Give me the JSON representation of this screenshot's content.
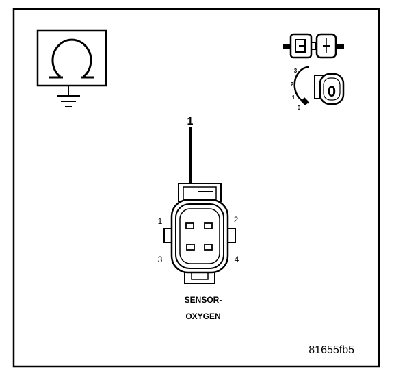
{
  "diagram": {
    "callout_number": "1",
    "connector_label_line1": "SENSOR-",
    "connector_label_line2": "OXYGEN",
    "pin_labels": {
      "pin1": "1",
      "pin2": "2",
      "pin3": "3",
      "pin4": "4"
    },
    "figure_id": "81655fb5",
    "ignition_switch": {
      "positions": {
        "p3": "3",
        "p2": "2",
        "p1": "1",
        "p0": "0"
      },
      "key_label": "0"
    },
    "symbols": [
      "ohmmeter-ground-icon",
      "disconnected-connector-icon",
      "ignition-key-off-icon"
    ]
  }
}
